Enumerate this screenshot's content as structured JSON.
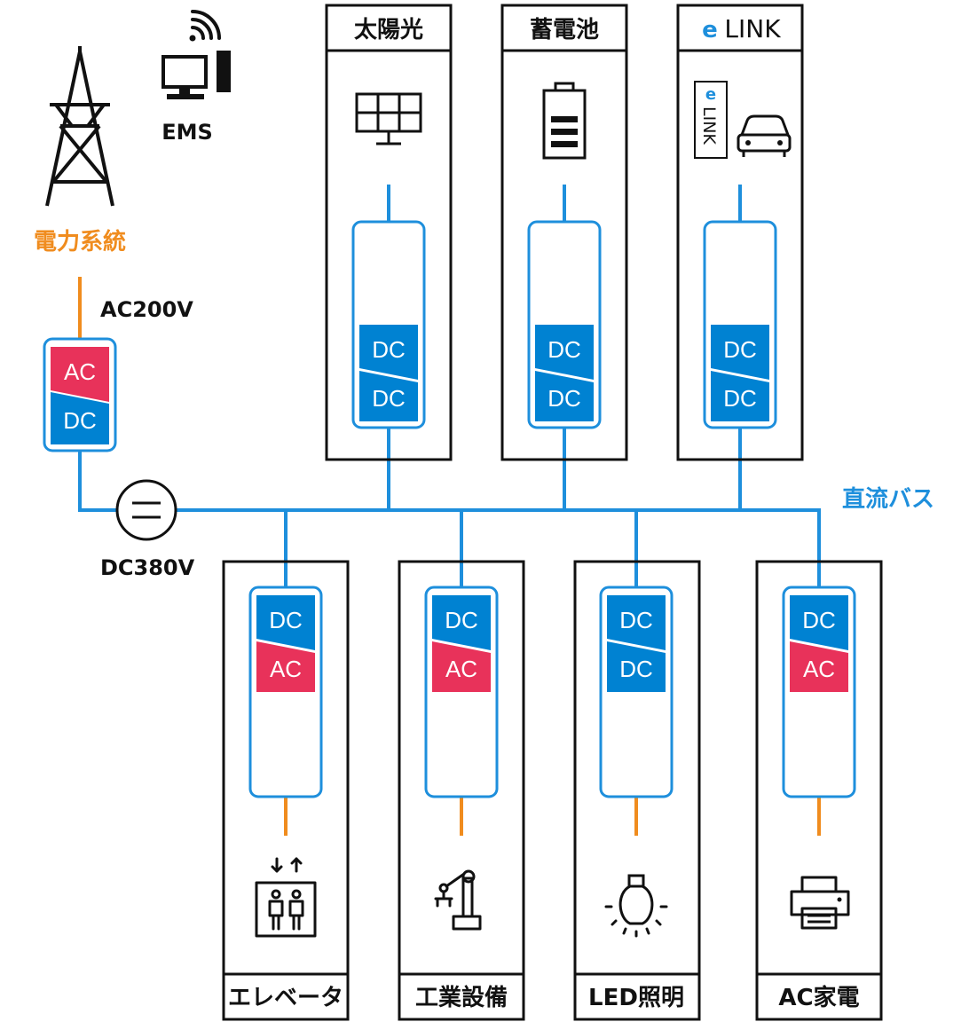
{
  "grid": {
    "label": "電力系統",
    "voltage": "AC200V",
    "converter_top": "AC",
    "converter_bottom": "DC"
  },
  "ems": {
    "label": "EMS"
  },
  "bus": {
    "label": "直流バス",
    "voltage": "DC380V"
  },
  "sources": [
    {
      "title": "太陽光",
      "icon": "solar-panel-icon",
      "conv_top": "DC",
      "conv_bottom": "DC"
    },
    {
      "title": "蓄電池",
      "icon": "battery-icon",
      "conv_top": "DC",
      "conv_bottom": "DC"
    },
    {
      "title_logo": "e",
      "title": "LINK",
      "icon": "elink-car-icon",
      "icon_text": "LINK",
      "conv_top": "DC",
      "conv_bottom": "DC"
    }
  ],
  "loads": [
    {
      "title": "エレベータ",
      "icon": "elevator-icon",
      "conv_top": "DC",
      "conv_bottom": "AC"
    },
    {
      "title": "工業設備",
      "icon": "robot-arm-icon",
      "conv_top": "DC",
      "conv_bottom": "AC"
    },
    {
      "title": "LED照明",
      "icon": "light-bulb-icon",
      "conv_top": "DC",
      "conv_bottom": "DC"
    },
    {
      "title": "AC家電",
      "icon": "printer-icon",
      "conv_top": "DC",
      "conv_bottom": "AC"
    }
  ],
  "colors": {
    "dc": "#0082d2",
    "ac": "#e8325a",
    "line_blue": "#1e8fdc",
    "line_orange": "#f08c1e",
    "label_orange": "#f08c1e",
    "text_dark": "#111111"
  }
}
